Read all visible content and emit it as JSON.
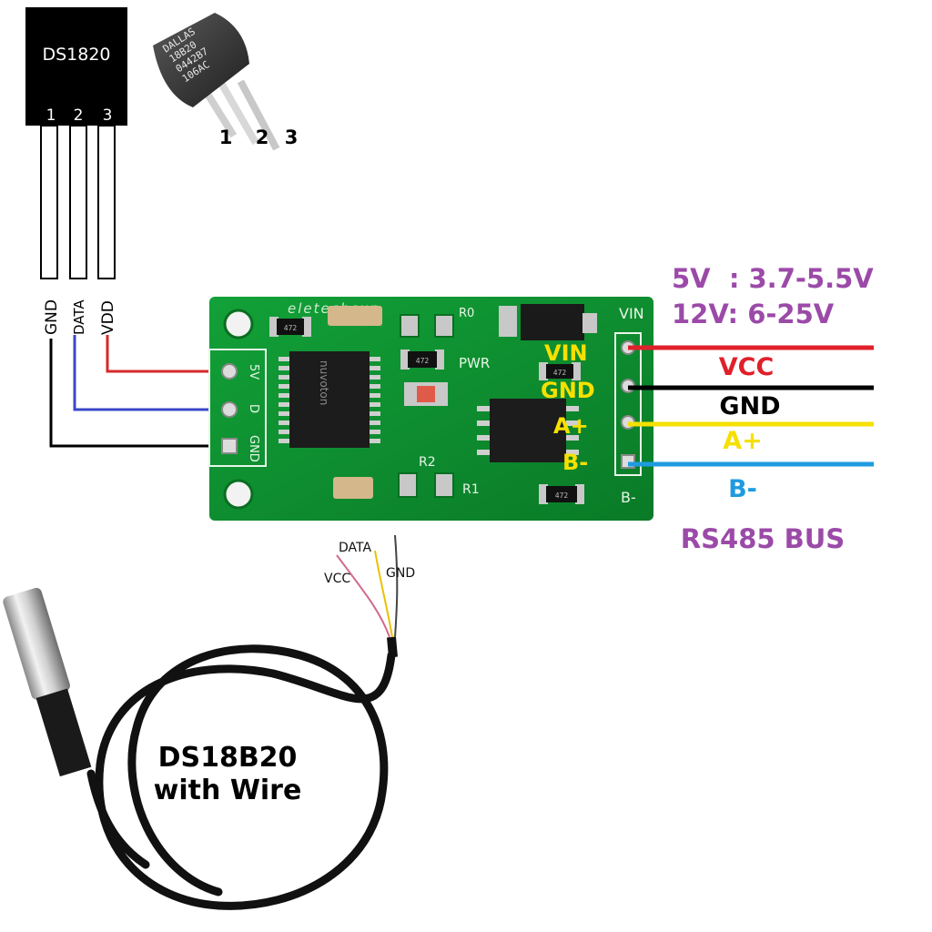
{
  "sensor_diagram": {
    "chip_label": "DS1820",
    "pin_numbers": [
      "1",
      "2",
      "3"
    ],
    "pin_names": [
      "GND",
      "DATA",
      "VDD"
    ]
  },
  "to92_photo": {
    "package_marking": [
      "DALLAS",
      "18B20",
      "0442B7",
      "106AC"
    ],
    "pin_numbers": [
      "1",
      "2",
      "3"
    ]
  },
  "board": {
    "silkscreen_brand": "eletechsup",
    "left_header_labels": [
      "5V",
      "D",
      "GND"
    ],
    "right_header_labels": [
      "VIN",
      "GND",
      "A+",
      "B-"
    ],
    "right_top_silk": "VIN",
    "right_bottom_silk": "B-",
    "led_label": "PWR",
    "resistor_labels": [
      "R0",
      "R1",
      "R2"
    ],
    "resistor_code": "472",
    "main_chip_marking": "nuvoton"
  },
  "power_spec": {
    "line1": "5V  : 3.7-5.5V",
    "line2": "12V: 6-25V"
  },
  "bus_wires": [
    {
      "label": "VCC",
      "color": "#e0202a"
    },
    {
      "label": "GND",
      "color": "#000000"
    },
    {
      "label": "A+",
      "color": "#f5e000"
    },
    {
      "label": "B-",
      "color": "#1e9be0"
    }
  ],
  "bus_title": "RS485 BUS",
  "probe": {
    "wire_labels": [
      "DATA",
      "VCC",
      "GND"
    ],
    "caption_line1": "DS18B20",
    "caption_line2": "with Wire"
  },
  "colors": {
    "accent_purple": "#9b4aa8",
    "pcb_green": "#0c8a2c",
    "wire_red": "#d42a2a",
    "wire_blue": "#3b48c9",
    "wire_black": "#000000",
    "label_yellow": "#f5e000",
    "label_blue": "#1e9be0"
  }
}
